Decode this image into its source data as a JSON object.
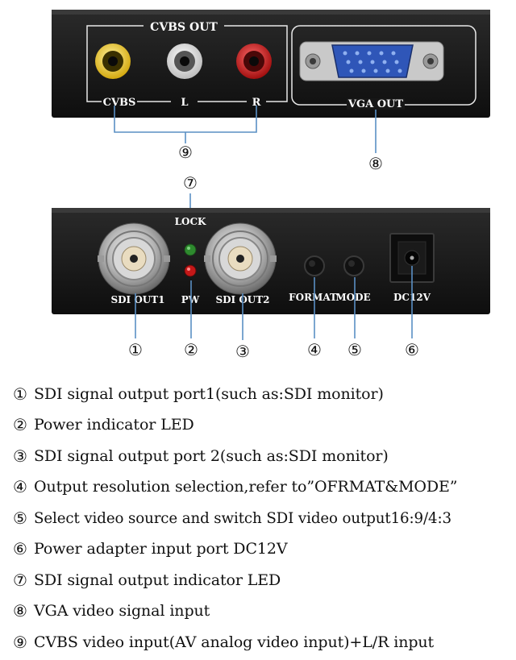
{
  "vga_converter": {
    "top_panel": {
      "cvbs_group_label": "CVBS OUT",
      "cvbs_label": "CVBS",
      "left_label": "L",
      "right_label": "R",
      "vga_label": "VGA OUT"
    },
    "bottom_panel": {
      "lock_label": "LOCK",
      "sdi_out1_label": "SDI OUT1",
      "pw_label": "PW",
      "sdi_out2_label": "SDI OUT2",
      "format_label": "FORMAT",
      "mode_label": "MODE",
      "dc_label": "DC12V"
    },
    "callouts": {
      "n1": "①",
      "n2": "②",
      "n3": "③",
      "n4": "④",
      "n5": "⑤",
      "n6": "⑥",
      "n7": "⑦",
      "n8": "⑧",
      "n9": "⑨"
    },
    "colors": {
      "cvbs_jack": "#e6c21a",
      "left_jack": "#f2f2f2",
      "right_jack": "#d42020",
      "vga_connector": "#2f56b8",
      "lock_led": "#2e8a2e",
      "power_led": "#c41818",
      "callout_line": "#5a8fc4"
    }
  },
  "legend": [
    {
      "num": "①",
      "text": "SDI signal output port1(such as:SDI monitor)"
    },
    {
      "num": "②",
      "text": "Power indicator LED"
    },
    {
      "num": "③",
      "text": "SDI signal output port 2(such as:SDI monitor)"
    },
    {
      "num": "④",
      "text": "Output resolution selection,refer to”OFRMAT&MODE”"
    },
    {
      "num": "⑤",
      "text": "Select video source and switch SDI video output16:9/4:3"
    },
    {
      "num": "⑥",
      "text": "Power adapter input port DC12V"
    },
    {
      "num": "⑦",
      "text": "SDI signal output indicator LED"
    },
    {
      "num": "⑧",
      "text": "VGA video signal input"
    },
    {
      "num": "⑨",
      "text": "CVBS video input(AV analog video input)+L/R input"
    }
  ]
}
